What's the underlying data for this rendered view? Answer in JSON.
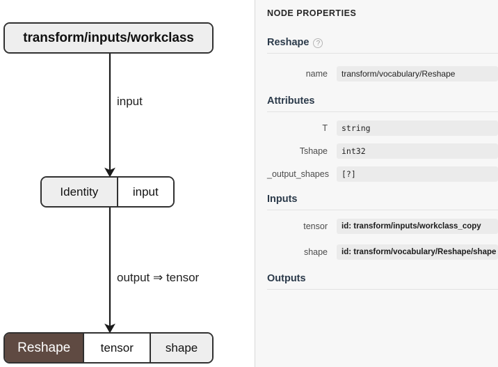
{
  "graph": {
    "nodes": [
      {
        "id": "workclass",
        "cells": [
          {
            "name": "node-title-workclass",
            "label": "transform/inputs/workclass"
          }
        ]
      },
      {
        "id": "identity",
        "cells": [
          {
            "name": "node-op-identity",
            "label": "Identity"
          },
          {
            "name": "node-slot-input",
            "label": "input"
          }
        ]
      },
      {
        "id": "reshape",
        "cells": [
          {
            "name": "node-op-reshape",
            "label": "Reshape"
          },
          {
            "name": "node-slot-tensor",
            "label": "tensor"
          },
          {
            "name": "node-slot-shape",
            "label": "shape"
          }
        ]
      }
    ],
    "edges": [
      {
        "name": "edge-workclass-to-identity",
        "label": "input"
      },
      {
        "name": "edge-identity-to-reshape",
        "label": "output ⇒ tensor"
      }
    ],
    "colors": {
      "node_border": "#303030",
      "node_fill": "#eeeeee",
      "slot_fill": "#ffffff",
      "highlight_fill": "#5f4a42",
      "highlight_text": "#ffffff",
      "edge_stroke": "#1a1a1a",
      "canvas_bg": "#ffffff"
    }
  },
  "panel": {
    "title": "NODE PROPERTIES",
    "colors": {
      "background": "#f7f7f7",
      "divider": "#d8d8d8",
      "section_heading": "#2b3a4a",
      "value_field": "#ebebeb"
    },
    "sections": [
      {
        "heading": "Reshape",
        "help_icon": "?",
        "rows": [
          {
            "label": "name",
            "value": "transform/vocabulary/Reshape",
            "style": "plain"
          }
        ]
      },
      {
        "heading": "Attributes",
        "rows": [
          {
            "label": "T",
            "value": "string",
            "style": "mono"
          },
          {
            "label": "Tshape",
            "value": "int32",
            "style": "mono"
          },
          {
            "label": "_output_shapes",
            "value": "[?]",
            "style": "mono"
          }
        ]
      },
      {
        "heading": "Inputs",
        "rows": [
          {
            "label": "tensor",
            "value": "id: transform/inputs/workclass_copy",
            "style": "idref"
          },
          {
            "label": "shape",
            "value": "id: transform/vocabulary/Reshape/shape",
            "style": "idref"
          }
        ]
      },
      {
        "heading": "Outputs",
        "rows": []
      }
    ]
  }
}
